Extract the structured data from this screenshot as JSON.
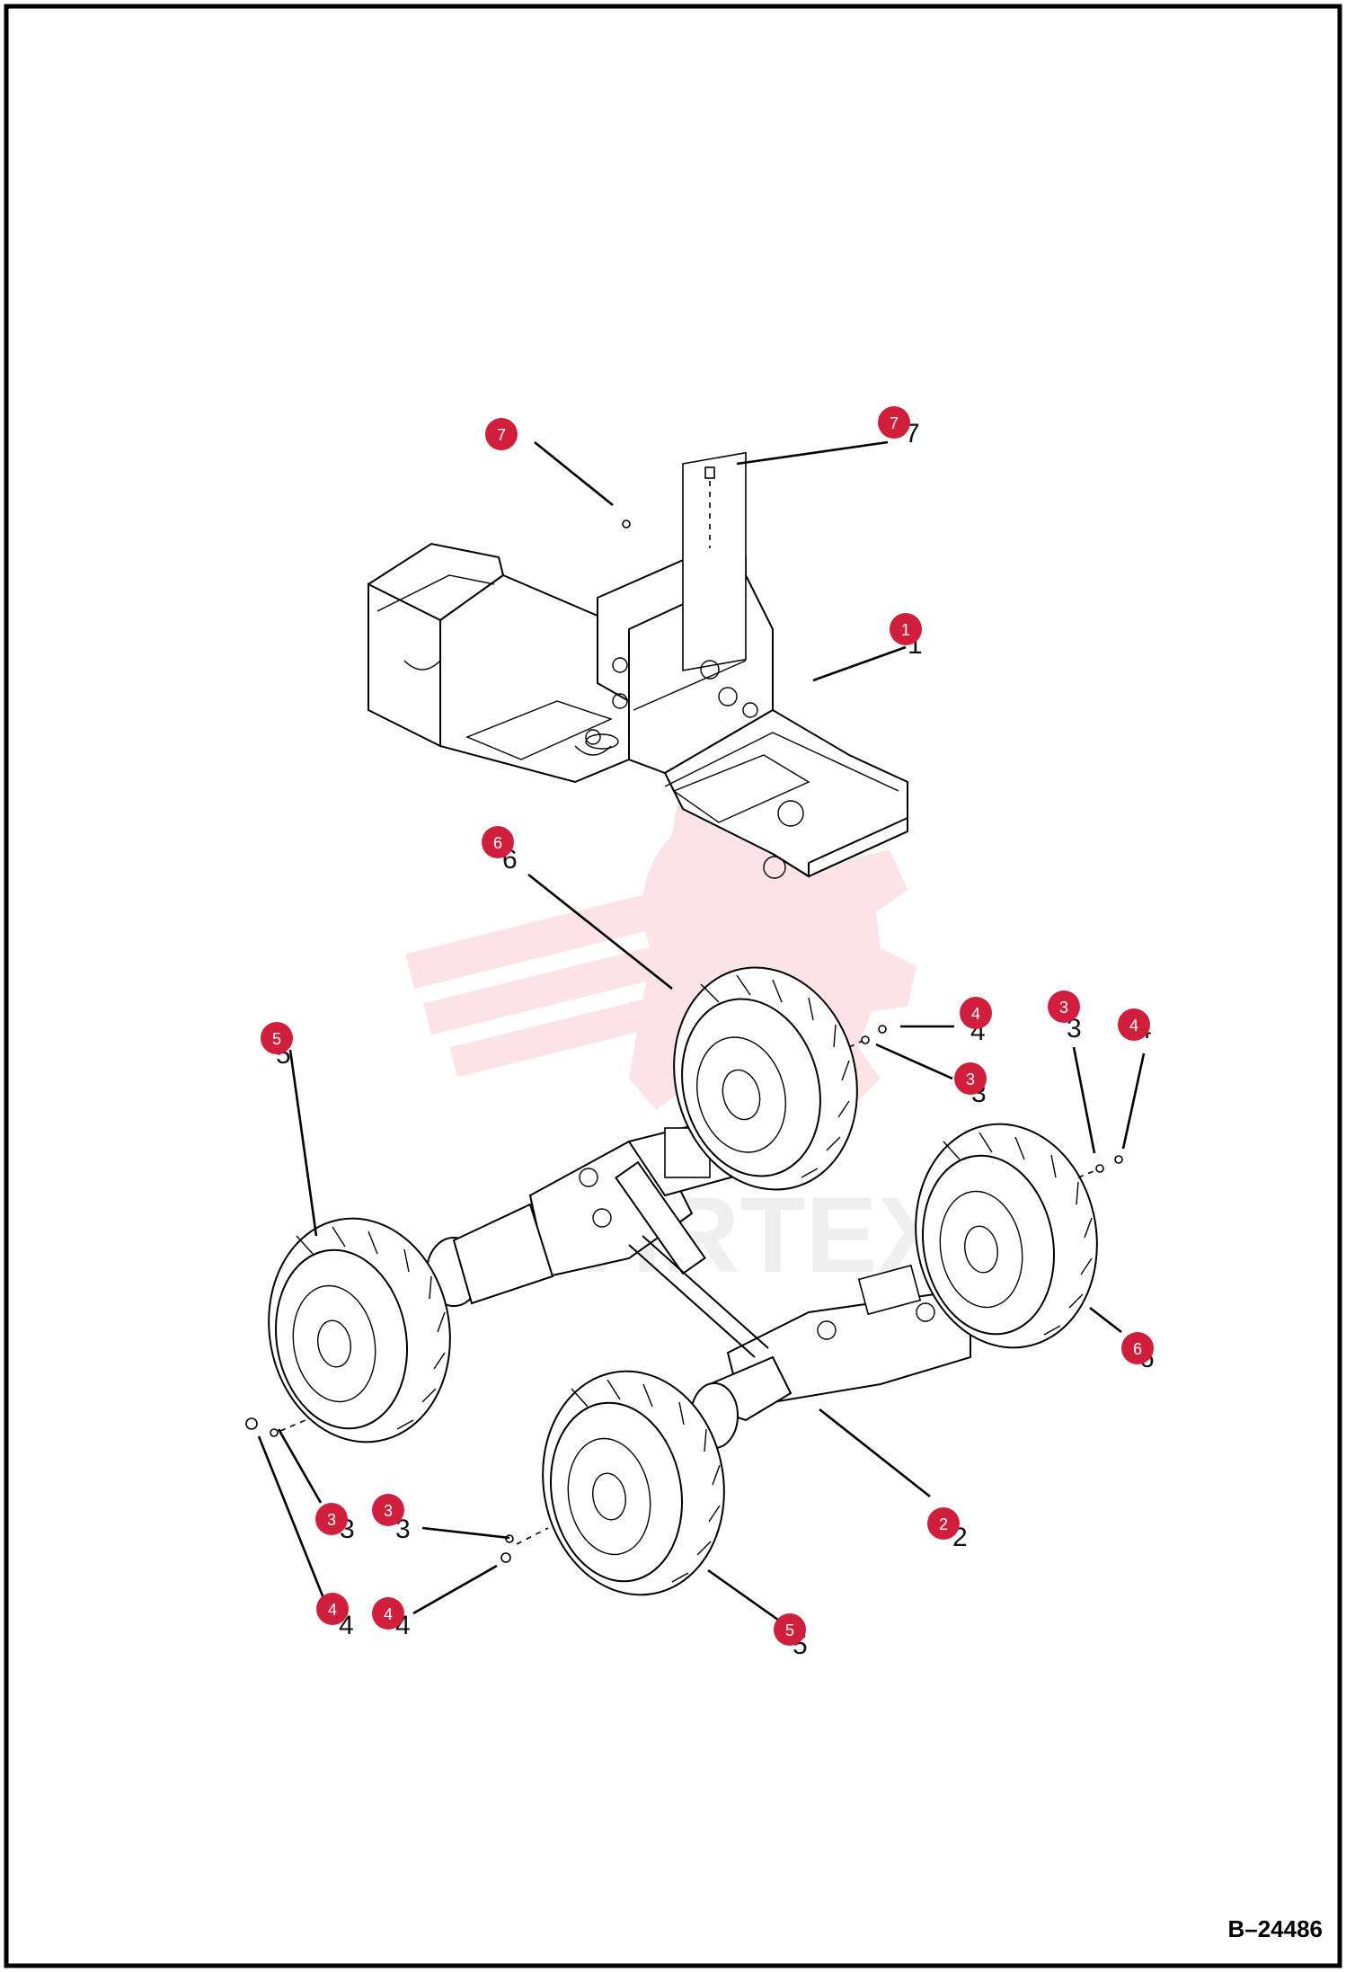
{
  "figure_ref": "B–24486",
  "watermark_text": "VIRTEX",
  "colors": {
    "callout": "#d01f3c",
    "watermark": "#f5b3b8",
    "watermark_text": "#e6e6e6",
    "outline": "#000000"
  },
  "callouts": [
    {
      "id": "c7a",
      "label": "7"
    },
    {
      "id": "c7b",
      "label": "7"
    },
    {
      "id": "c1",
      "label": "1"
    },
    {
      "id": "c6a",
      "label": "6"
    },
    {
      "id": "c4a",
      "label": "4"
    },
    {
      "id": "c3a",
      "label": "3"
    },
    {
      "id": "c3b",
      "label": "3"
    },
    {
      "id": "c4b",
      "label": "4"
    },
    {
      "id": "c5a",
      "label": "5"
    },
    {
      "id": "c6b",
      "label": "6"
    },
    {
      "id": "c2",
      "label": "2"
    },
    {
      "id": "c3c",
      "label": "3"
    },
    {
      "id": "c3d",
      "label": "3"
    },
    {
      "id": "c4c",
      "label": "4"
    },
    {
      "id": "c4d",
      "label": "4"
    },
    {
      "id": "c5b",
      "label": "5"
    }
  ],
  "ghost_labels": [
    {
      "id": "g7b",
      "label": "7"
    },
    {
      "id": "g1",
      "label": "1"
    },
    {
      "id": "g6a",
      "label": "6"
    },
    {
      "id": "g4a",
      "label": "4"
    },
    {
      "id": "g3a",
      "label": "3"
    },
    {
      "id": "g3b",
      "label": "3"
    },
    {
      "id": "g4b",
      "label": "4"
    },
    {
      "id": "g5a",
      "label": "5"
    },
    {
      "id": "g6b",
      "label": "6"
    },
    {
      "id": "g2",
      "label": "2"
    },
    {
      "id": "g3c",
      "label": "3"
    },
    {
      "id": "g3d",
      "label": "3"
    },
    {
      "id": "g4c",
      "label": "4"
    },
    {
      "id": "g4d",
      "label": "4"
    },
    {
      "id": "g5b",
      "label": "5"
    }
  ]
}
